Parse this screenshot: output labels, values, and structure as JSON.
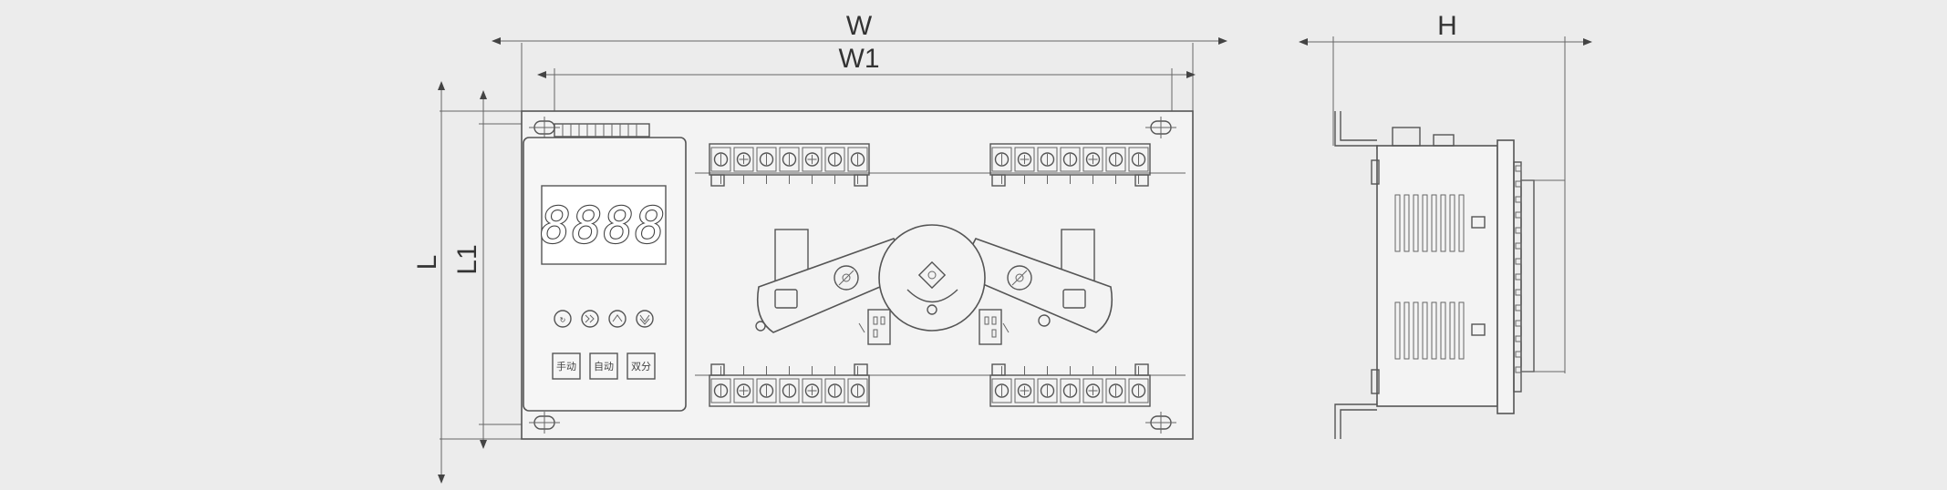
{
  "dimensions": {
    "width_label": "W",
    "width_inner_label": "W1",
    "height_label": "H",
    "length_label": "L",
    "length_inner_label": "L1"
  },
  "controller": {
    "display_text": "8888",
    "icon_buttons": [
      "auto-icon",
      "double-chevron-right-icon",
      "up-arrow-icon",
      "down-arrow-icon"
    ],
    "buttons": [
      {
        "label": "手动"
      },
      {
        "label": "自动"
      },
      {
        "label": "双分"
      }
    ]
  },
  "colors": {
    "background": "#ececec",
    "line": "#555555"
  }
}
